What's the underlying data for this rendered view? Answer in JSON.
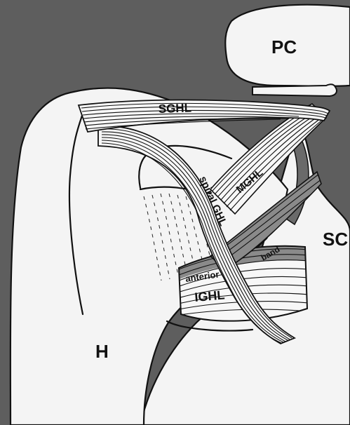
{
  "colors": {
    "background": "#5e5e5e",
    "bone": "#f4f4f4",
    "ligament": "#f7f7f7",
    "ink": "#111111",
    "band_shade": "#8a8a8a"
  },
  "labels": {
    "pc": "PC",
    "sc": "SC",
    "h": "H",
    "sghl": "SGHL",
    "mghl": "MGHL",
    "spiral": "spiral GHL",
    "anterior": "anterior",
    "band": "band",
    "ighl": "IGHL"
  }
}
